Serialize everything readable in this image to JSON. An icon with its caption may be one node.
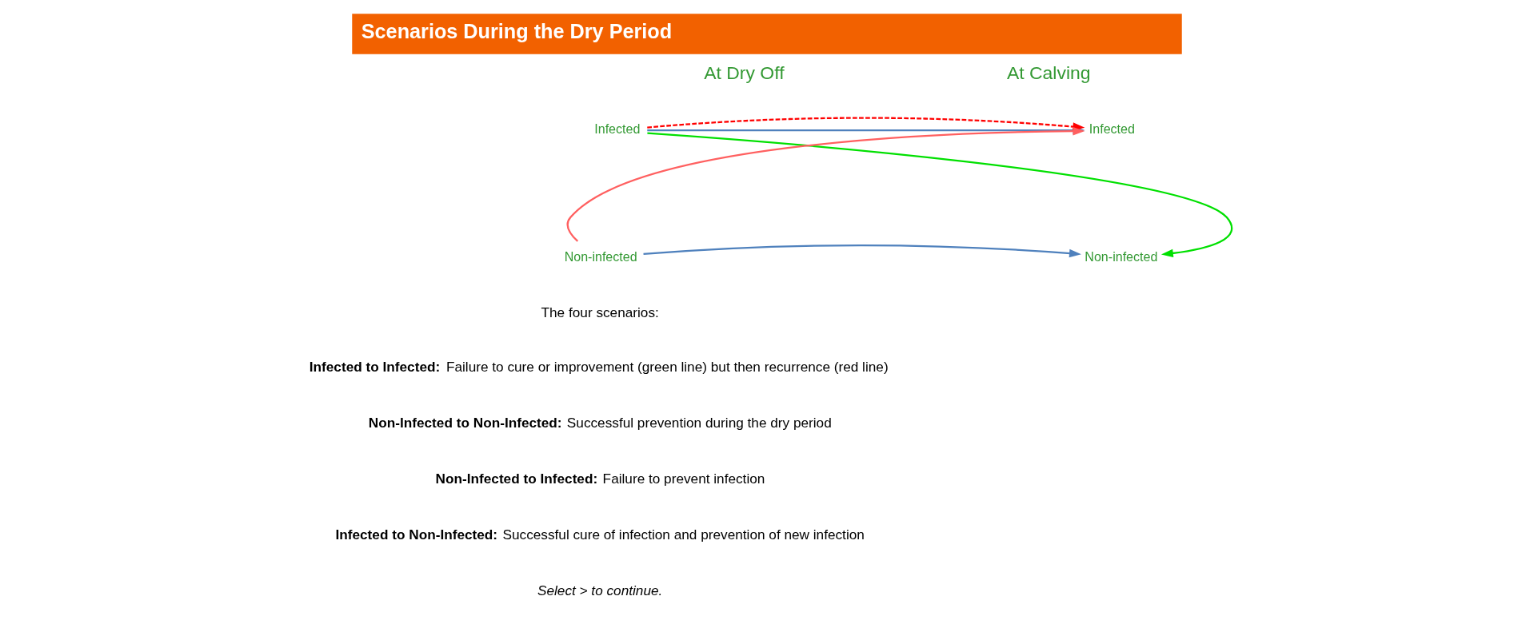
{
  "diagram": {
    "title": "Scenarios During the Dry Period",
    "nodes": [
      {
        "text": [
          "Infected"
        ]
      },
      {
        "text": [
          "Non-infected"
        ]
      },
      {
        "text": [
          "Infected"
        ]
      },
      {
        "text": [
          "Non-infected"
        ]
      }
    ],
    "edges": [
      {
        "from": 0,
        "to": 2,
        "arrow": "to",
        "color": "#4f81bd"
      },
      {
        "from": 0,
        "to": 3,
        "arrow": "to",
        "color": "#00e000"
      },
      {
        "from": 0,
        "to": 2,
        "arrow": "to",
        "style": "dashed",
        "color": "#ff0000"
      },
      {
        "from": 1,
        "to": 2,
        "arrow": "to",
        "color": "#ff6060"
      },
      {
        "from": 1,
        "to": 3,
        "arrow": "to",
        "color": "#4f81bd"
      }
    ],
    "labels": [
      "At Dry Off",
      "At Calving",
      "The four scenarios:",
      "**Infected to Infected:** Failure to cure or improvement (green line) but then recurrence (red line)",
      "**Non-Infected to Non-Infected:** Successful prevention during the dry period",
      "**Non-Infected to Infected:** Failure to prevent infection",
      "**Infected to Non-Infected:** Successful cure of infection and prevention of new infection",
      "Select > to continue."
    ]
  }
}
